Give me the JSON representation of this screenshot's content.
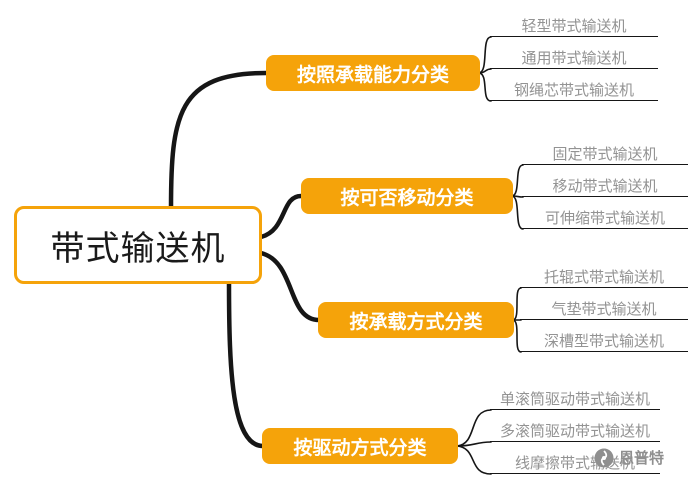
{
  "root": {
    "label": "带式输送机"
  },
  "branches": [
    {
      "label": "按照承载能力分类",
      "children": [
        "轻型带式输送机",
        "通用带式输送机",
        "钢绳芯带式输送机"
      ]
    },
    {
      "label": "按可否移动分类",
      "children": [
        "固定带式输送机",
        "移动带式输送机",
        "可伸缩带式输送机"
      ]
    },
    {
      "label": "按承载方式分类",
      "children": [
        "托辊式带式输送机",
        "气垫带式输送机",
        "深槽型带式输送机"
      ]
    },
    {
      "label": "按驱动方式分类",
      "children": [
        "单滚筒驱动带式输送机",
        "多滚筒驱动带式输送机",
        "线摩擦带式输送机"
      ]
    }
  ],
  "watermark": {
    "text": "恩普特"
  },
  "colors": {
    "accent_orange": "#F5A30A",
    "connector_black": "#161616",
    "leaf_text_gray": "#939393",
    "watermark_gray": "#8f8f8f"
  }
}
